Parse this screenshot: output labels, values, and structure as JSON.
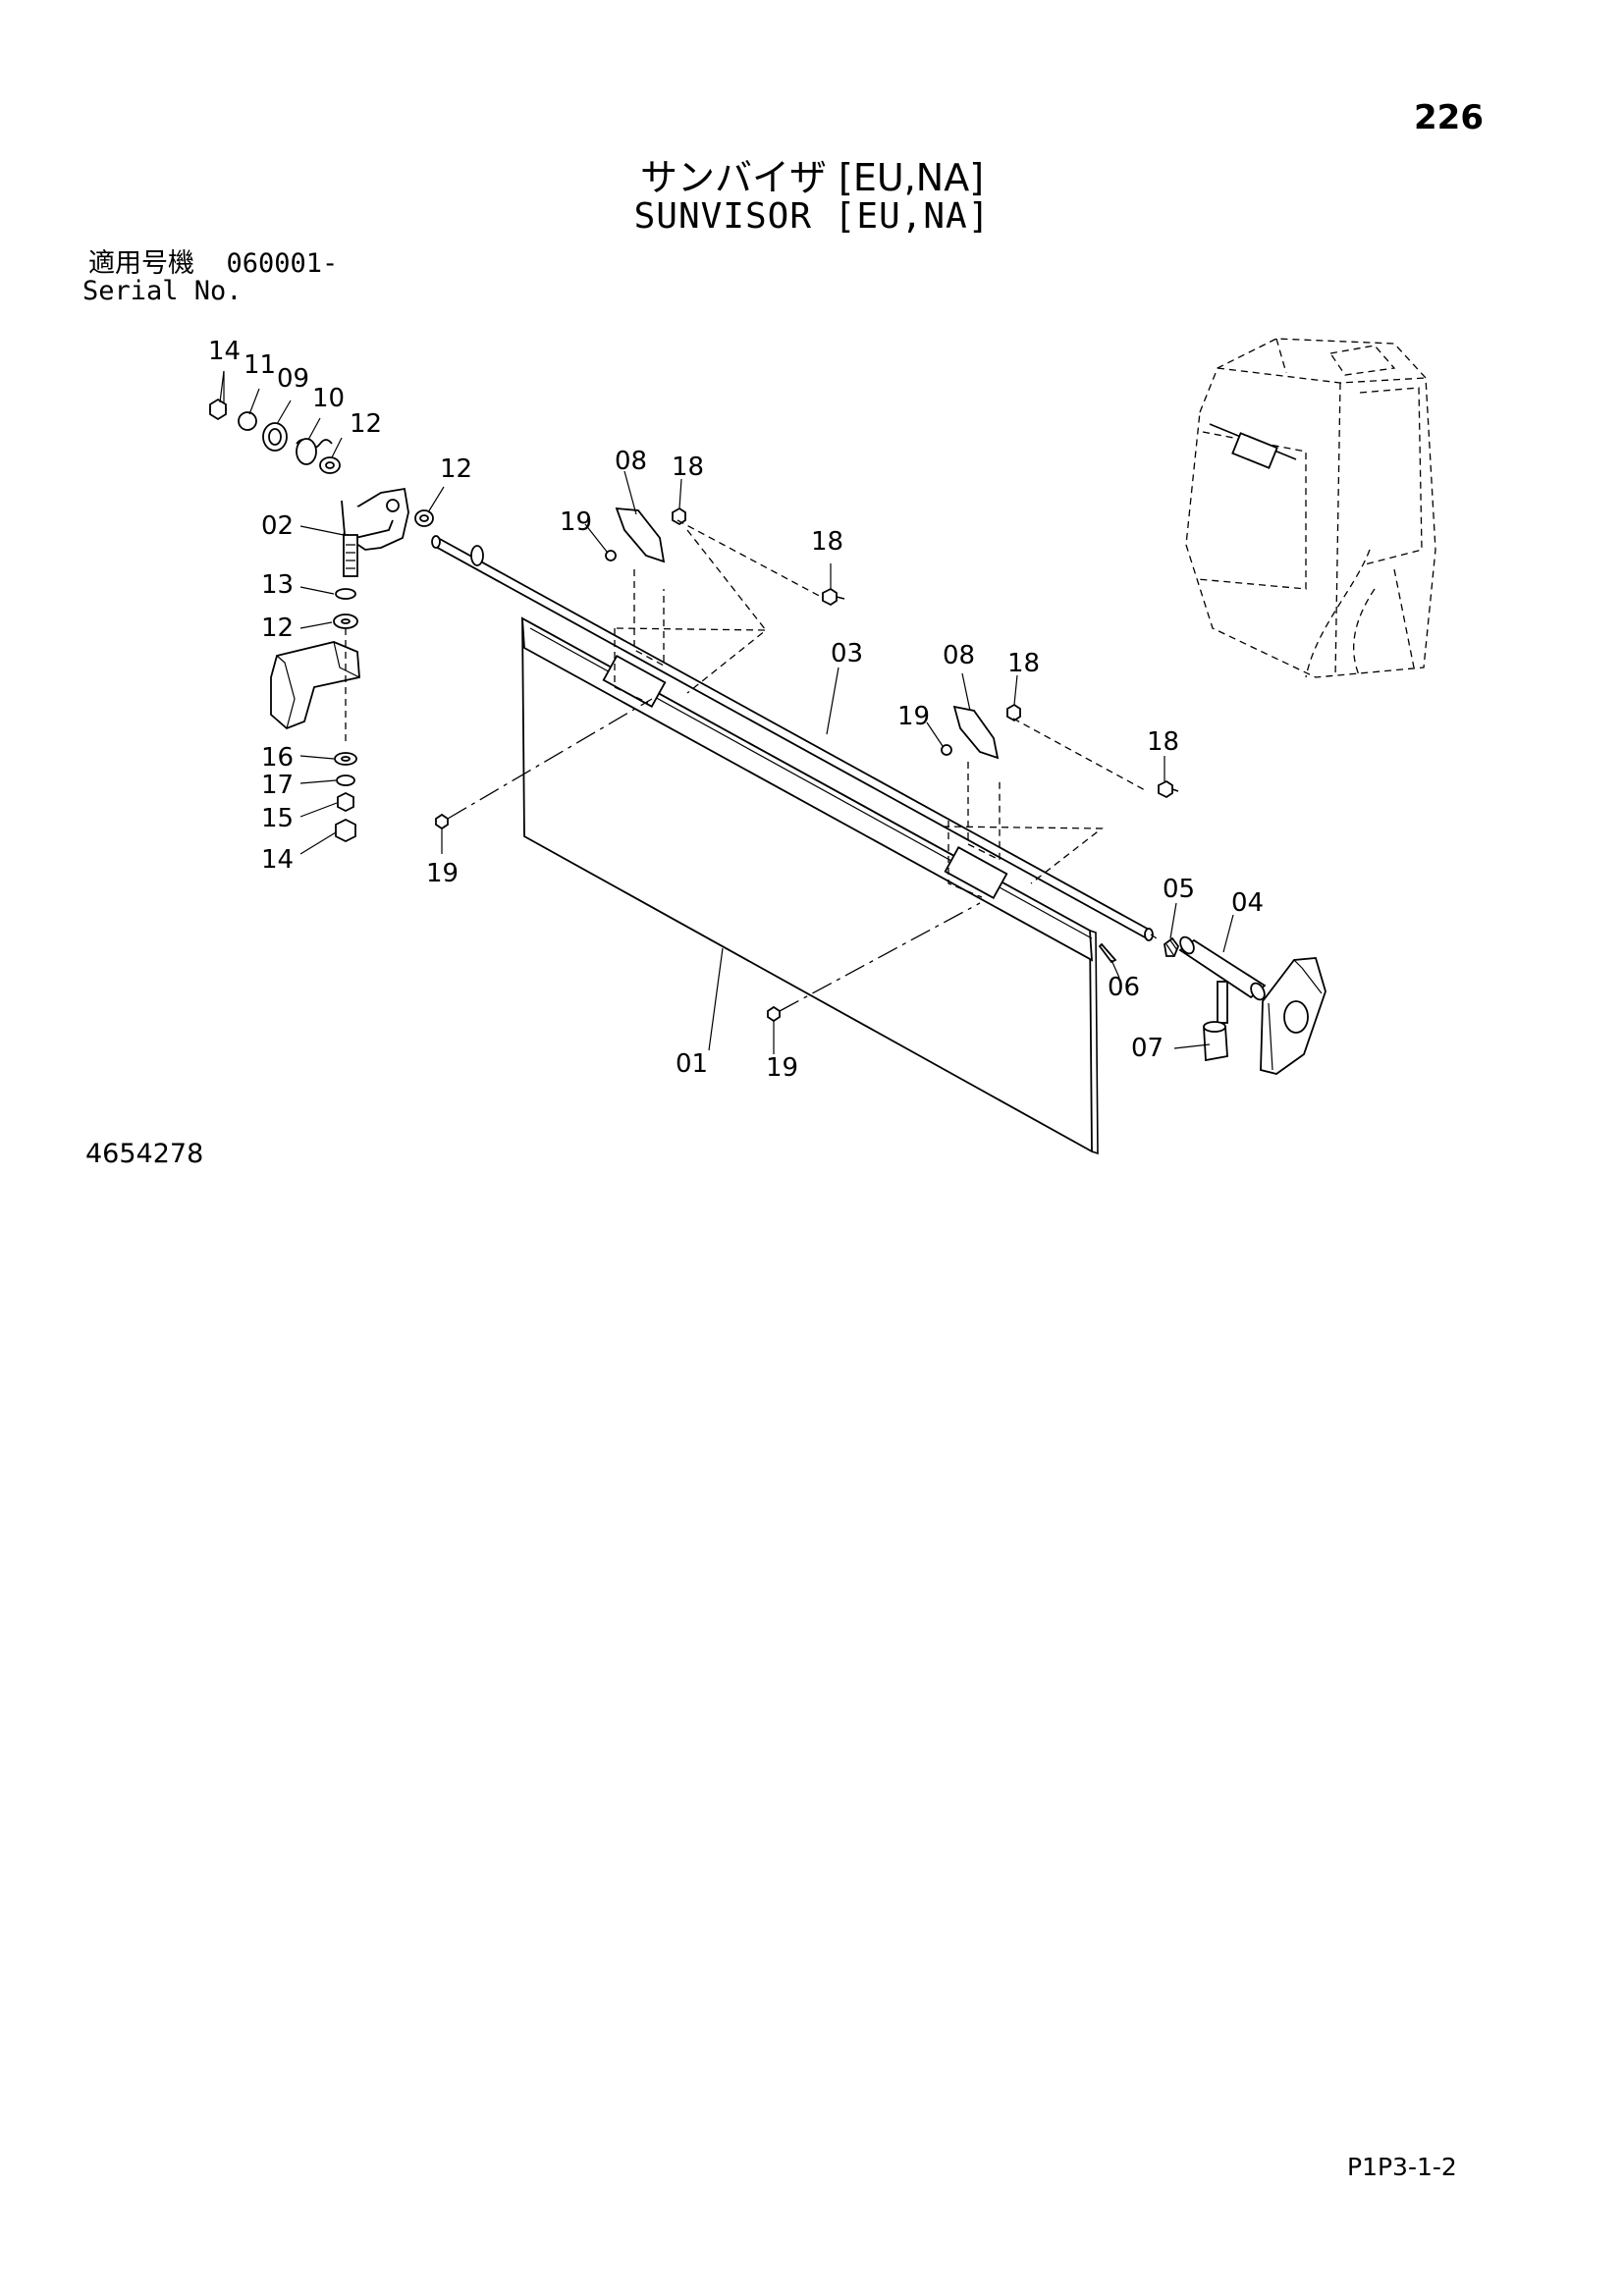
{
  "header": {
    "page_number": "226",
    "title_jp": "サンバイザ [EU,NA]",
    "title_en": "SUNVISOR [EU,NA]"
  },
  "serial": {
    "label_jp": "適用号機",
    "value": "060001-",
    "label_en": "Serial No."
  },
  "callouts": {
    "c01": "01",
    "c02": "02",
    "c03": "03",
    "c04": "04",
    "c05": "05",
    "c06": "06",
    "c07": "07",
    "c08a": "08",
    "c08b": "08",
    "c09": "09",
    "c10": "10",
    "c11": "11",
    "c12a": "12",
    "c12b": "12",
    "c12c": "12",
    "c13": "13",
    "c14a": "14",
    "c14b": "14",
    "c15": "15",
    "c16": "16",
    "c17": "17",
    "c18a": "18",
    "c18b": "18",
    "c18c": "18",
    "c18d": "18",
    "c19a": "19",
    "c19b": "19",
    "c19c": "19",
    "c19d": "19"
  },
  "footer": {
    "drawing_number": "4654278",
    "page_code": "P1P3-1-2"
  }
}
